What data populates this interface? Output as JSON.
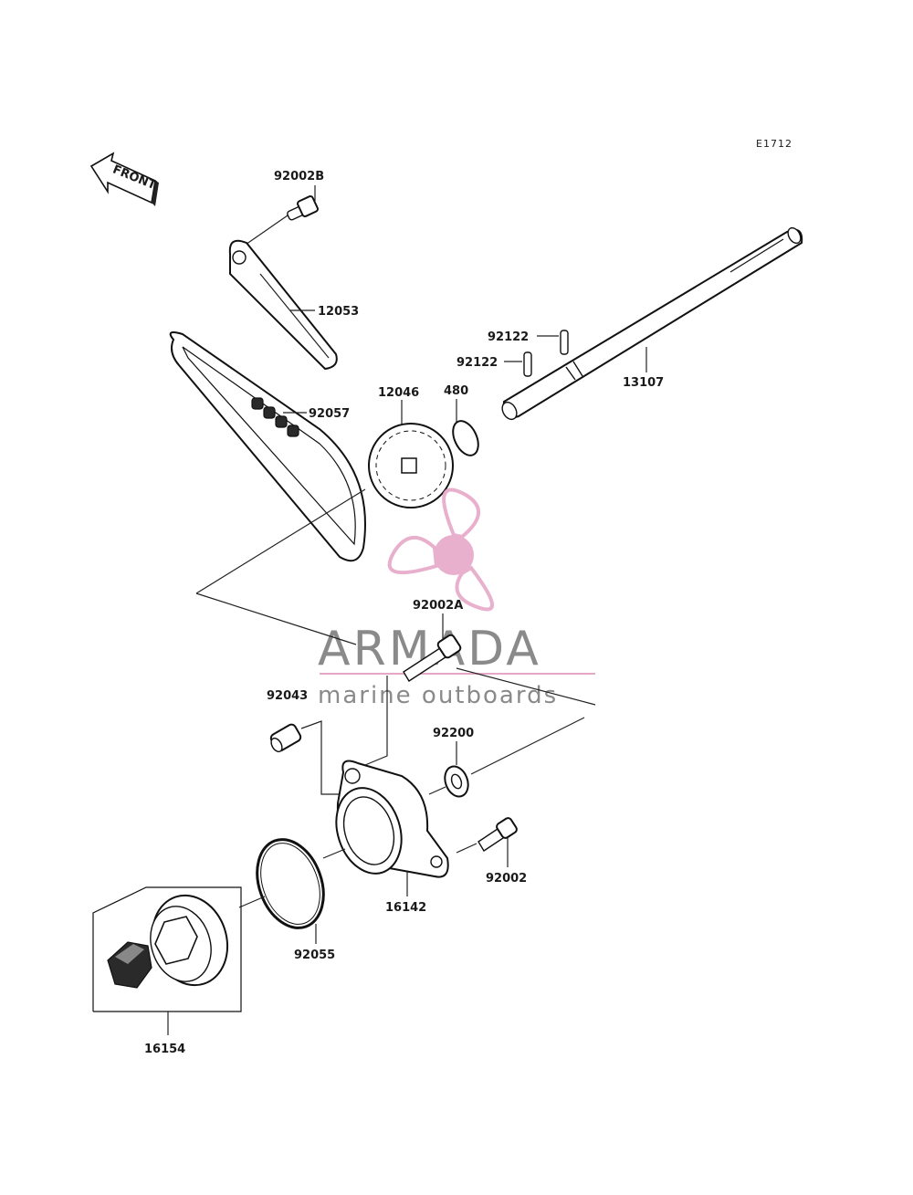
{
  "diagram_code": "E1712",
  "front_arrow_label": "FRONT",
  "watermark": {
    "brand": "ARMADA",
    "tagline": "marine outboards",
    "accent_color": "#e6a8c8",
    "text_color": "#8a8a8a"
  },
  "parts": {
    "p92002B": "92002B",
    "p12053": "12053",
    "p92057": "92057",
    "p12046": "12046",
    "p480": "480",
    "p92122a": "92122",
    "p92122b": "92122",
    "p13107": "13107",
    "p92002A": "92002A",
    "p92043": "92043",
    "p92200": "92200",
    "p92002": "92002",
    "p16142": "16142",
    "p92055": "92055",
    "p16154": "16154"
  }
}
